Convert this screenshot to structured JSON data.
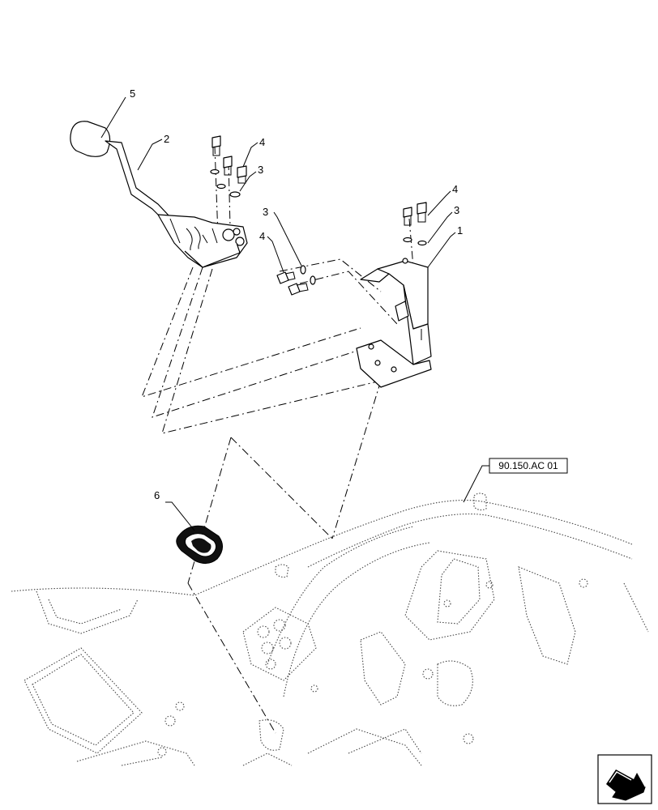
{
  "callouts": [
    {
      "id": "5",
      "label": "5"
    },
    {
      "id": "2",
      "label": "2"
    },
    {
      "id": "4a",
      "label": "4"
    },
    {
      "id": "3a",
      "label": "3"
    },
    {
      "id": "3b",
      "label": "3"
    },
    {
      "id": "4b",
      "label": "4"
    },
    {
      "id": "4c",
      "label": "4"
    },
    {
      "id": "3c",
      "label": "3"
    },
    {
      "id": "1",
      "label": "1"
    },
    {
      "id": "6",
      "label": "6"
    }
  ],
  "reference": {
    "label": "90.150.AC 01"
  },
  "nav": {
    "icon": "next-page-arrow-icon"
  }
}
